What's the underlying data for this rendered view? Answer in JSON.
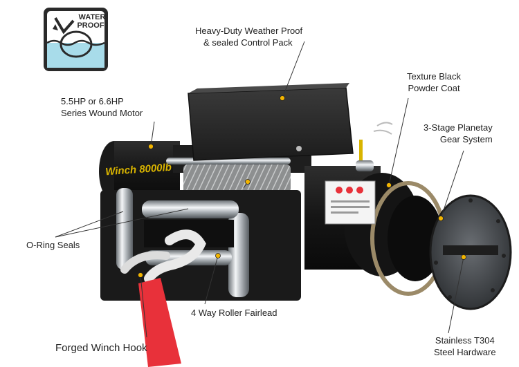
{
  "badge": {
    "line1": "WATER",
    "line2": "PROOF"
  },
  "motor_text": "Winch 8000lb",
  "callouts": [
    {
      "id": "control-pack",
      "lines": [
        "Heavy-Duty Weather Proof",
        "& sealed Control Pack"
      ]
    },
    {
      "id": "powder-coat",
      "lines": [
        "Texture Black",
        "Powder Coat"
      ]
    },
    {
      "id": "motor",
      "lines": [
        "5.5HP or 6.6HP",
        "Series Wound Motor"
      ]
    },
    {
      "id": "gear-system",
      "lines": [
        "3-Stage Planetay",
        "Gear System"
      ]
    },
    {
      "id": "o-ring-seals",
      "lines": [
        "O-Ring Seals"
      ]
    },
    {
      "id": "roller-fairlead",
      "lines": [
        "4 Way Roller Fairlead"
      ]
    },
    {
      "id": "winch-hook",
      "lines": [
        "Forged Winch Hook"
      ]
    },
    {
      "id": "steel-hardware",
      "lines": [
        "Stainless T304",
        "Steel Hardware"
      ]
    }
  ],
  "colors": {
    "badge_water": "#a8dcea",
    "badge_border": "#2a2a2a",
    "body": "#151515",
    "motor_label": "#d9b400",
    "strap": "#e8313a",
    "chrome": "#b9bec4",
    "leader": "#333333",
    "dot": "#f2b400"
  }
}
